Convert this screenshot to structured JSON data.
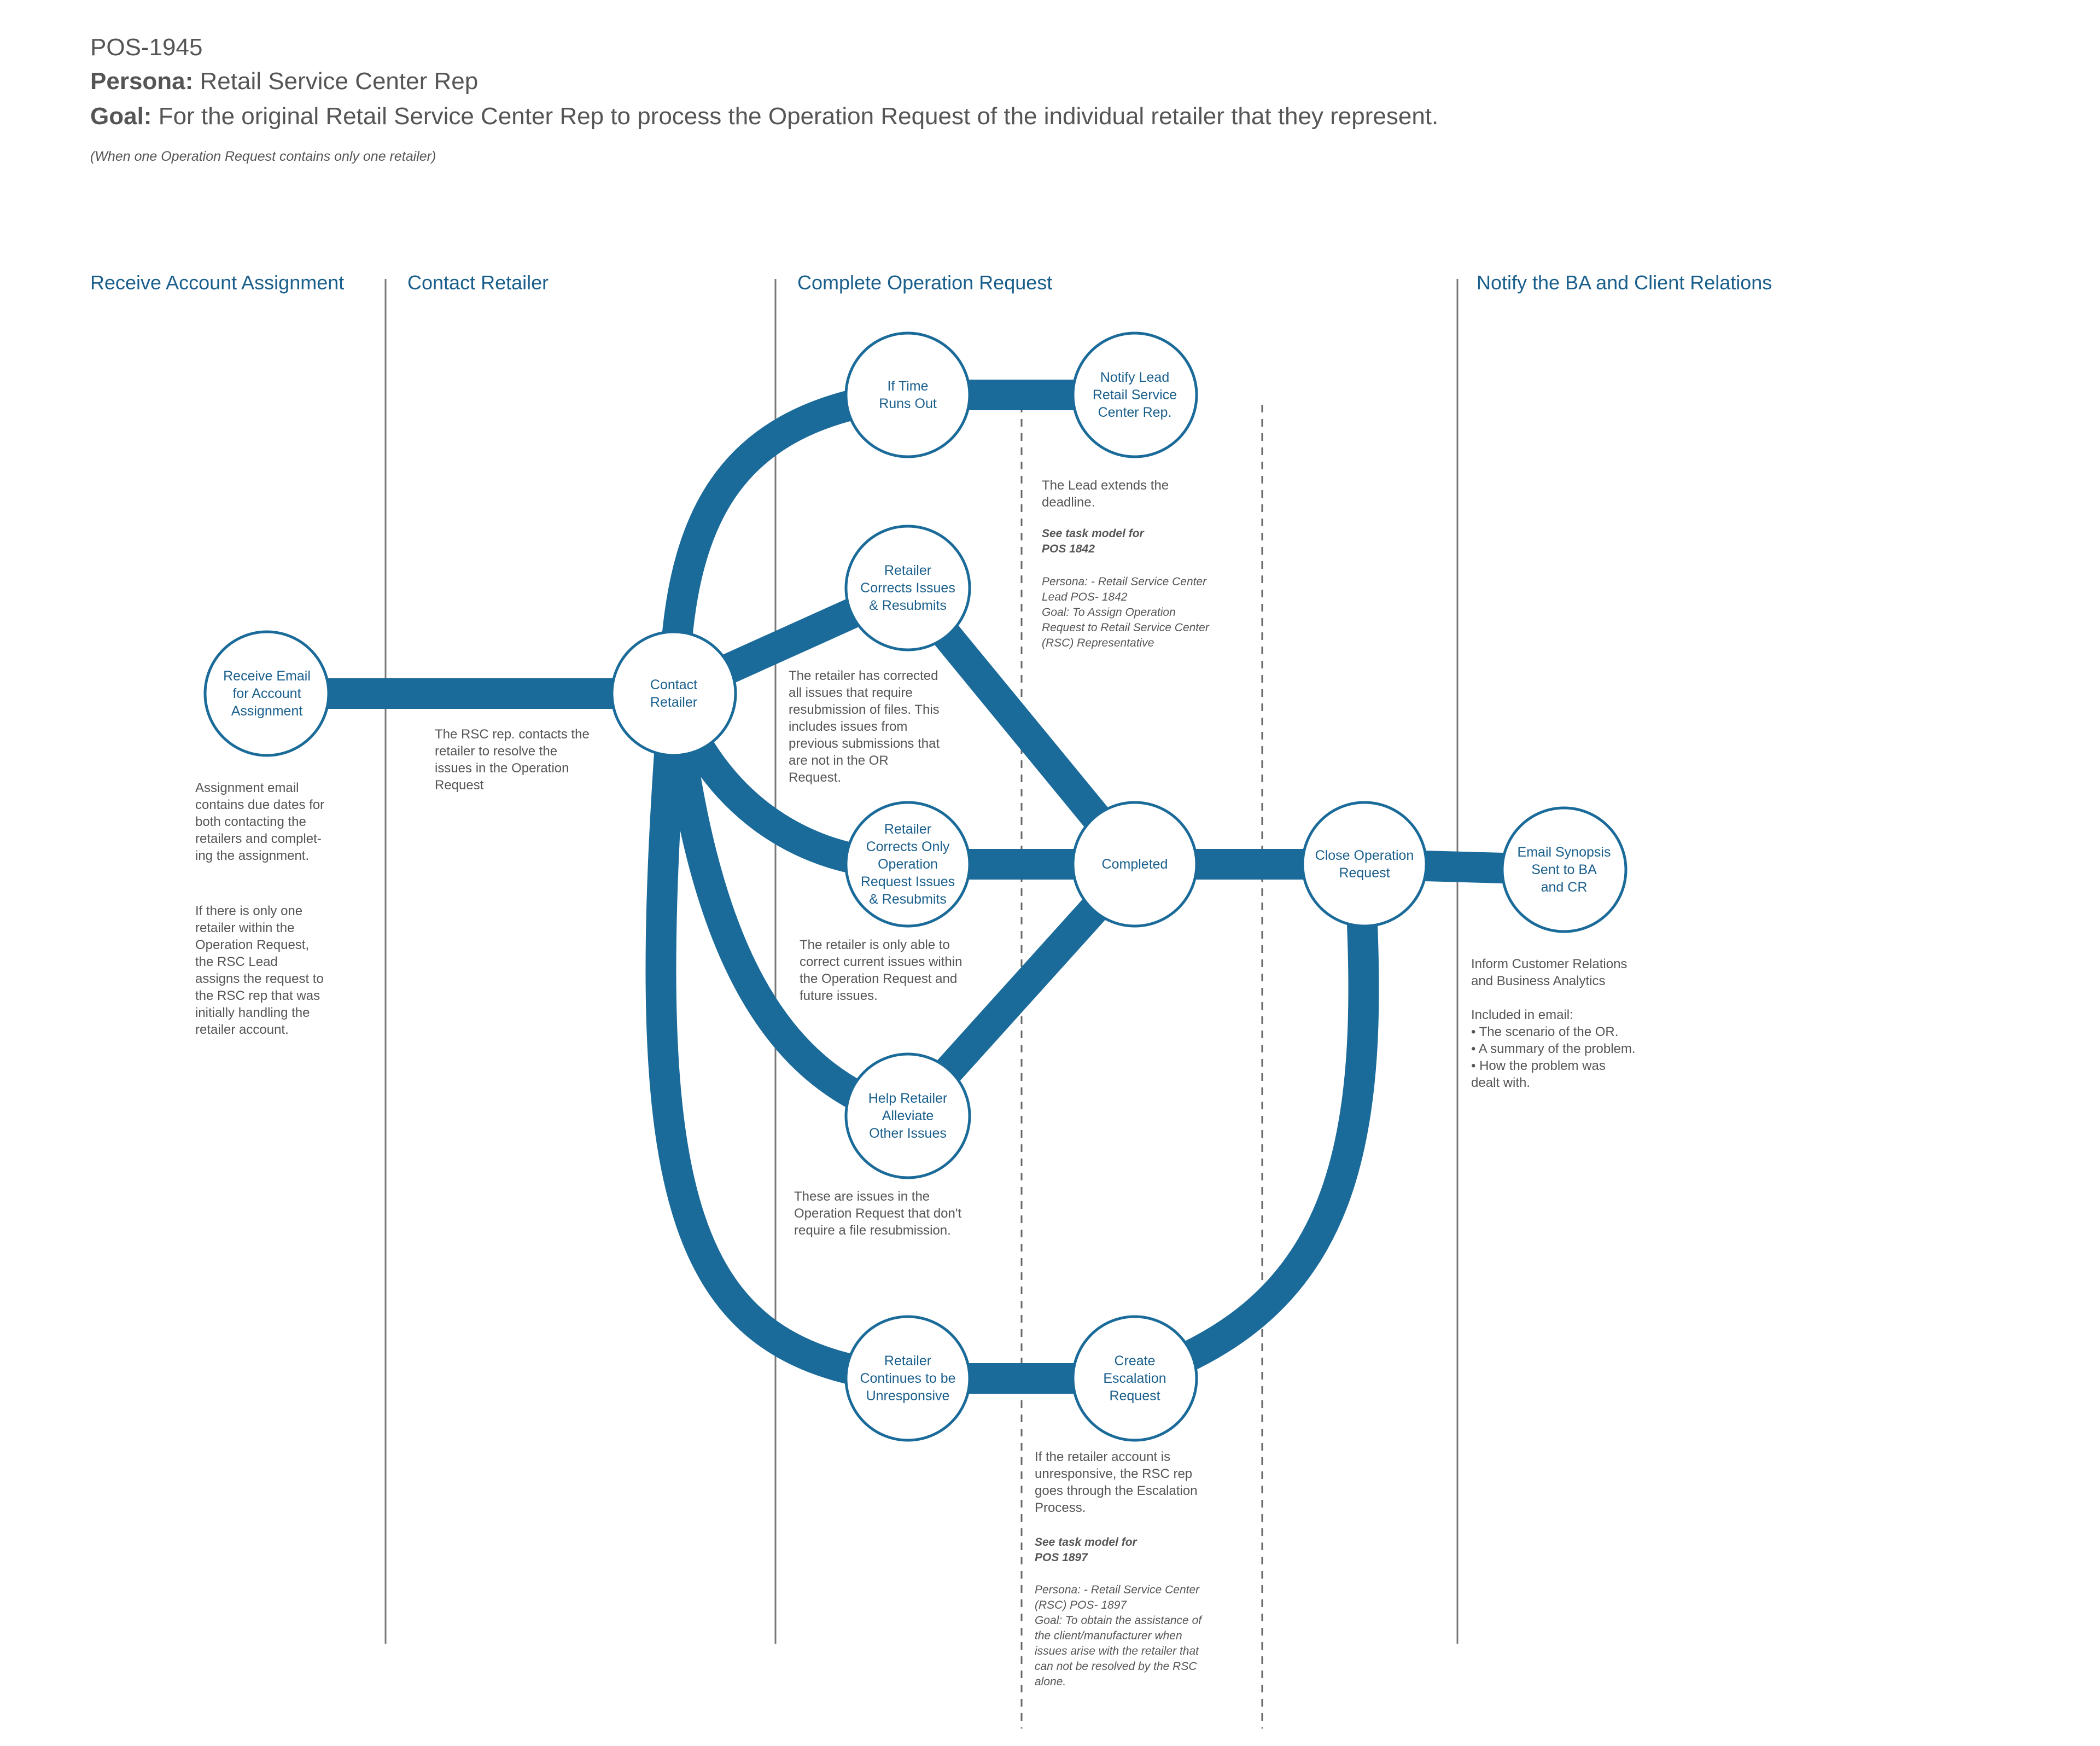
{
  "header": {
    "id": "POS-1945",
    "persona_label": "Persona:",
    "persona_value": "Retail Service Center Rep",
    "goal_label": "Goal:",
    "goal_value": "For the original Retail Service Center Rep to process the Operation Request of the individual retailer that they represent.",
    "subnote": "(When one Operation Request contains only one retailer)"
  },
  "lanes": [
    "Receive Account Assignment",
    "Contact Retailer",
    "Complete Operation Request",
    "Notify the BA and Client Relations"
  ],
  "colors": {
    "flow": "#1b6b9a",
    "node_border": "#1b6b9a",
    "node_text": "#1a5f8c",
    "lane_title": "#1a5f8c",
    "text": "#555555"
  },
  "nodes": {
    "receive_email": "Receive Email\nfor Account\nAssignment",
    "contact_retailer": "Contact\nRetailer",
    "if_time_runs_out": "If Time\nRuns Out",
    "notify_lead": "Notify Lead\nRetail Service\nCenter Rep.",
    "corrects_resubmits": "Retailer\nCorrects Issues\n& Resubmits",
    "corrects_only": "Retailer\nCorrects Only\nOperation\nRequest Issues\n& Resubmits",
    "completed": "Completed",
    "close_or": "Close Operation\nRequest",
    "email_synopsis": "Email Synopsis\nSent to BA\nand CR",
    "help_retailer": "Help Retailer\nAlleviate\nOther Issues",
    "unresponsive": "Retailer\nContinues to be\nUnresponsive",
    "escalation": "Create\nEscalation\nRequest"
  },
  "notes": {
    "assignment_email": "Assignment email\ncontains due dates for\nboth contacting the\nretailers and complet-\ning the assignment.",
    "only_one_retailer": "If there is only one\nretailer within the\nOperation Request,\nthe RSC Lead\nassigns the request to\nthe RSC rep that was\ninitially handling the\nretailer account.",
    "rsc_contacts": "The RSC rep. contacts the\nretailer to resolve the\nissues in the Operation\nRequest",
    "lead_extends": "The Lead extends the\ndeadline.",
    "see_1842": "See task model  for\nPOS 1842",
    "persona_1842": "Persona:  - Retail Service Center\nLead POS- 1842\nGoal: To Assign Operation\nRequest to Retail Service Center\n(RSC) Representative",
    "corrected_all": "The retailer has corrected\nall issues that require\nresubmission of files. This\nincludes issues from\nprevious submissions that\nare not in the OR\nRequest.",
    "only_able": "The retailer is only able to\ncorrect current issues within\nthe Operation Request and\nfuture issues.",
    "these_issues": "These are issues in the\nOperation Request that don't\nrequire a file resubmission.",
    "unresponsive_note": "If the retailer account is\nunresponsive, the RSC rep\ngoes through the Escalation\nProcess.",
    "see_1897": "See task model  for\nPOS 1897",
    "persona_1897": "Persona:  - Retail Service Center\n(RSC) POS- 1897\nGoal: To obtain the assistance of\nthe client/manufacturer when\nissues arise with the retailer that\ncan not be resolved by the RSC\nalone.",
    "inform": "Inform Customer Relations\nand Business Analytics",
    "included": "Included in email:\n• The scenario of the OR.\n• A summary of the problem.\n• How the problem was\n   dealt with."
  }
}
